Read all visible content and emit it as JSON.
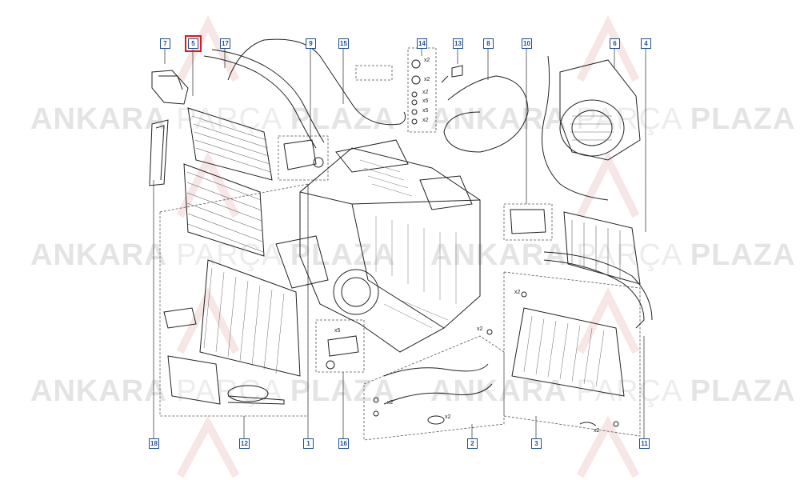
{
  "watermark": {
    "brand_a": "ANKARA",
    "brand_b": "PARÇA",
    "brand_c": "PLAZA"
  },
  "diagram": {
    "selected_part": "5",
    "callouts": [
      "7",
      "5",
      "17",
      "9",
      "15",
      "14",
      "13",
      "8",
      "10",
      "6",
      "4",
      "18",
      "12",
      "1",
      "16",
      "2",
      "3",
      "11"
    ],
    "quantity_labels": [
      "x2",
      "x2",
      "x2",
      "x5",
      "x5",
      "x2",
      "x5",
      "x2",
      "x2",
      "x2",
      "x2",
      "x2"
    ]
  },
  "colors": {
    "callout_border": "#1e4f8f",
    "selection_box": "#e01818",
    "line_art": "#222222",
    "watermark": "#e4e4e4"
  }
}
